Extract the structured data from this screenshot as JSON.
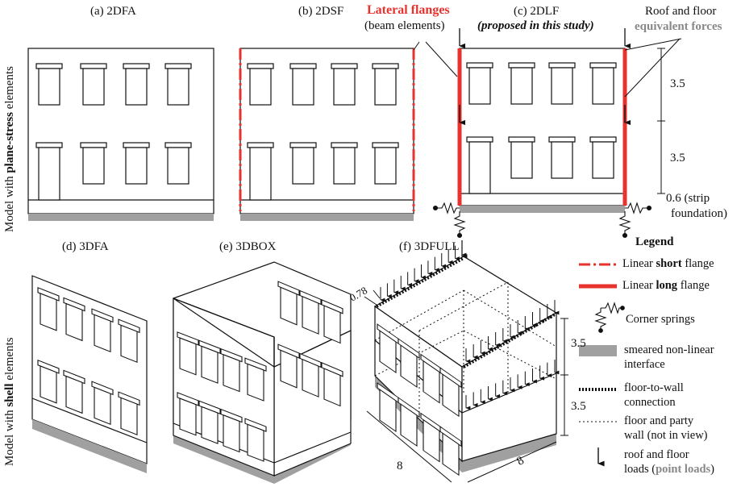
{
  "panels": {
    "a": "(a) 2DFA",
    "b": "(b) 2DSF",
    "c": "(c) 2DLF",
    "c_sub": "(proposed in this study)",
    "d": "(d) 3DFA",
    "e": "(e) 3DBOX",
    "f": "(f) 3DFULL"
  },
  "side_labels": {
    "plane_prefix": "Model with ",
    "plane_bold": "plane-stress",
    "plane_suffix": " elements",
    "shell_prefix": "Model with ",
    "shell_bold": "shell",
    "shell_suffix": " elements"
  },
  "callouts": {
    "lateral_flanges": "Lateral flanges",
    "beam_elements": "(beam elements)",
    "roof_floor": "Roof and floor",
    "equivalent_forces": "equivalent forces"
  },
  "dimensions": {
    "storey_top": "3.5",
    "storey_bottom": "3.5",
    "strip": "0.6 (strip",
    "strip2": "foundation)",
    "f_top": "3.5",
    "f_bottom": "3.5",
    "offset": "0.78",
    "width1": "8",
    "width2": "8"
  },
  "legend": {
    "title": "Legend",
    "short_pre": "Linear ",
    "short_bold": "short",
    "short_post": " flange",
    "long_pre": "Linear ",
    "long_bold": "long",
    "long_post": " flange",
    "springs": "Corner springs",
    "interface1": "smeared non-linear",
    "interface2": "interface",
    "f2w1": "floor-to-wall",
    "f2w2": "connection",
    "party1": "floor and party",
    "party2": "wall (not in view)",
    "loads1": "roof and floor",
    "loads2_pre": "loads (",
    "loads2_grey": "point loads",
    "loads2_post": ")"
  },
  "colors": {
    "flange": "#e8322d",
    "interface": "#a0a0a0"
  }
}
